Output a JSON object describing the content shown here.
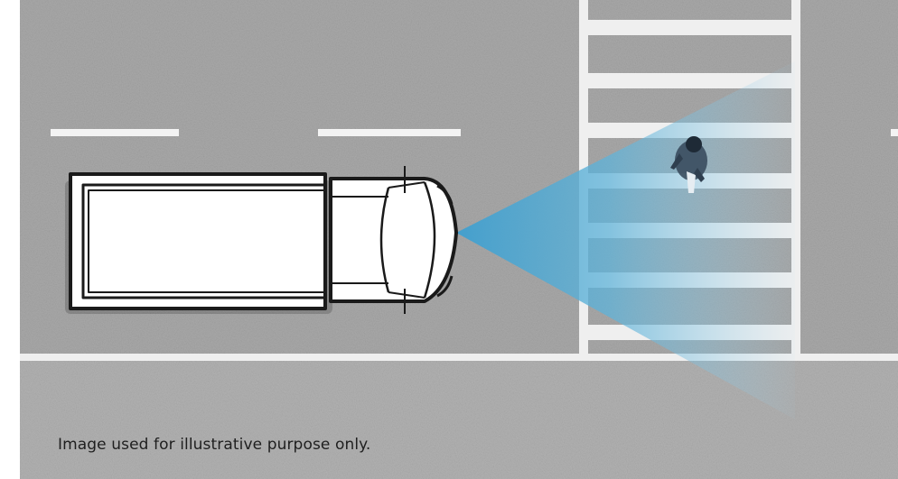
{
  "caption": {
    "disclaimer_text": "Image used for illustrative purpose only."
  },
  "colors": {
    "road": "#a7a7a7",
    "road_lower": "#b3b3b3",
    "markings": "#f2f2f2",
    "sensor_beam": "#4fa9d2",
    "truck_outline": "#1a1a1a",
    "truck_fill": "#ffffff"
  },
  "scene": {
    "subject": "truck-top-view",
    "detected_object": "pedestrian",
    "sensor": "forward-detection-beam"
  }
}
